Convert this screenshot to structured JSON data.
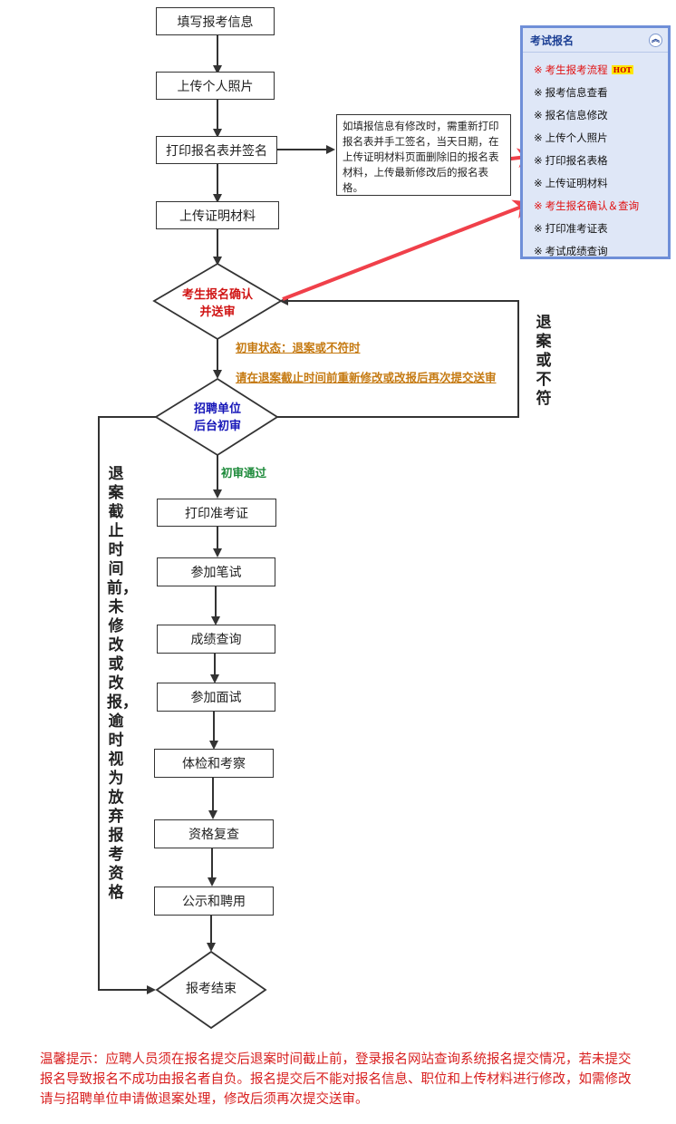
{
  "flow": {
    "step1": "填写报考信息",
    "step2": "上传个人照片",
    "step3": "打印报名表并签名",
    "step4": "上传证明材料",
    "confirm_line1": "考生报名确认",
    "confirm_line2": "并送审",
    "review_line1": "招聘单位",
    "review_line2": "后台初审",
    "step5": "打印准考证",
    "step6": "参加笔试",
    "step7": "成绩查询",
    "step8": "参加面试",
    "step9": "体检和考察",
    "step10": "资格复查",
    "step11": "公示和聘用",
    "end": "报考结束"
  },
  "note": "如填报信息有修改时，需重新打印报名表并手工签名，当天日期，在上传证明材料页面删除旧的报名表材料，上传最新修改后的报名表格。",
  "conditions": {
    "reject_status": "初审状态：退案或不符时",
    "resubmit": "请在退案截止时间前重新修改或改报后再次提交送审",
    "passed": "初审通过"
  },
  "vertical": {
    "right": "退案或不符",
    "left": "退案截止时间前，未修改或改报，逾时视为放弃报考资格"
  },
  "panel": {
    "title": "考试报名",
    "collapse_icon": "︽",
    "mark": "※",
    "hot": "HOT",
    "items": [
      {
        "label": "考生报考流程",
        "color": "#e01010"
      },
      {
        "label": "报考信息查看",
        "color": "#111111"
      },
      {
        "label": "报名信息修改",
        "color": "#111111"
      },
      {
        "label": "上传个人照片",
        "color": "#111111"
      },
      {
        "label": "打印报名表格",
        "color": "#111111"
      },
      {
        "label": "上传证明材料",
        "color": "#111111"
      },
      {
        "label": "考生报名确认＆查询",
        "color": "#e01010"
      },
      {
        "label": "打印准考证表",
        "color": "#111111"
      },
      {
        "label": "考试成绩查询",
        "color": "#111111"
      }
    ]
  },
  "footnote": "温馨提示：应聘人员须在报名提交后退案时间截止前，登录报名网站查询系统报名提交情况，若未提交报名导致报名不成功由报名者自负。报名提交后不能对报名信息、职位和上传材料进行修改，如需修改请与招聘单位申请做退案处理，修改后须再次提交送审。",
  "colors": {
    "confirm_text": "#d01414",
    "review_text": "#1616b8",
    "reject_text": "#c57a12",
    "passed_text": "#1d8a3a",
    "arrow_red": "#f0404a"
  }
}
